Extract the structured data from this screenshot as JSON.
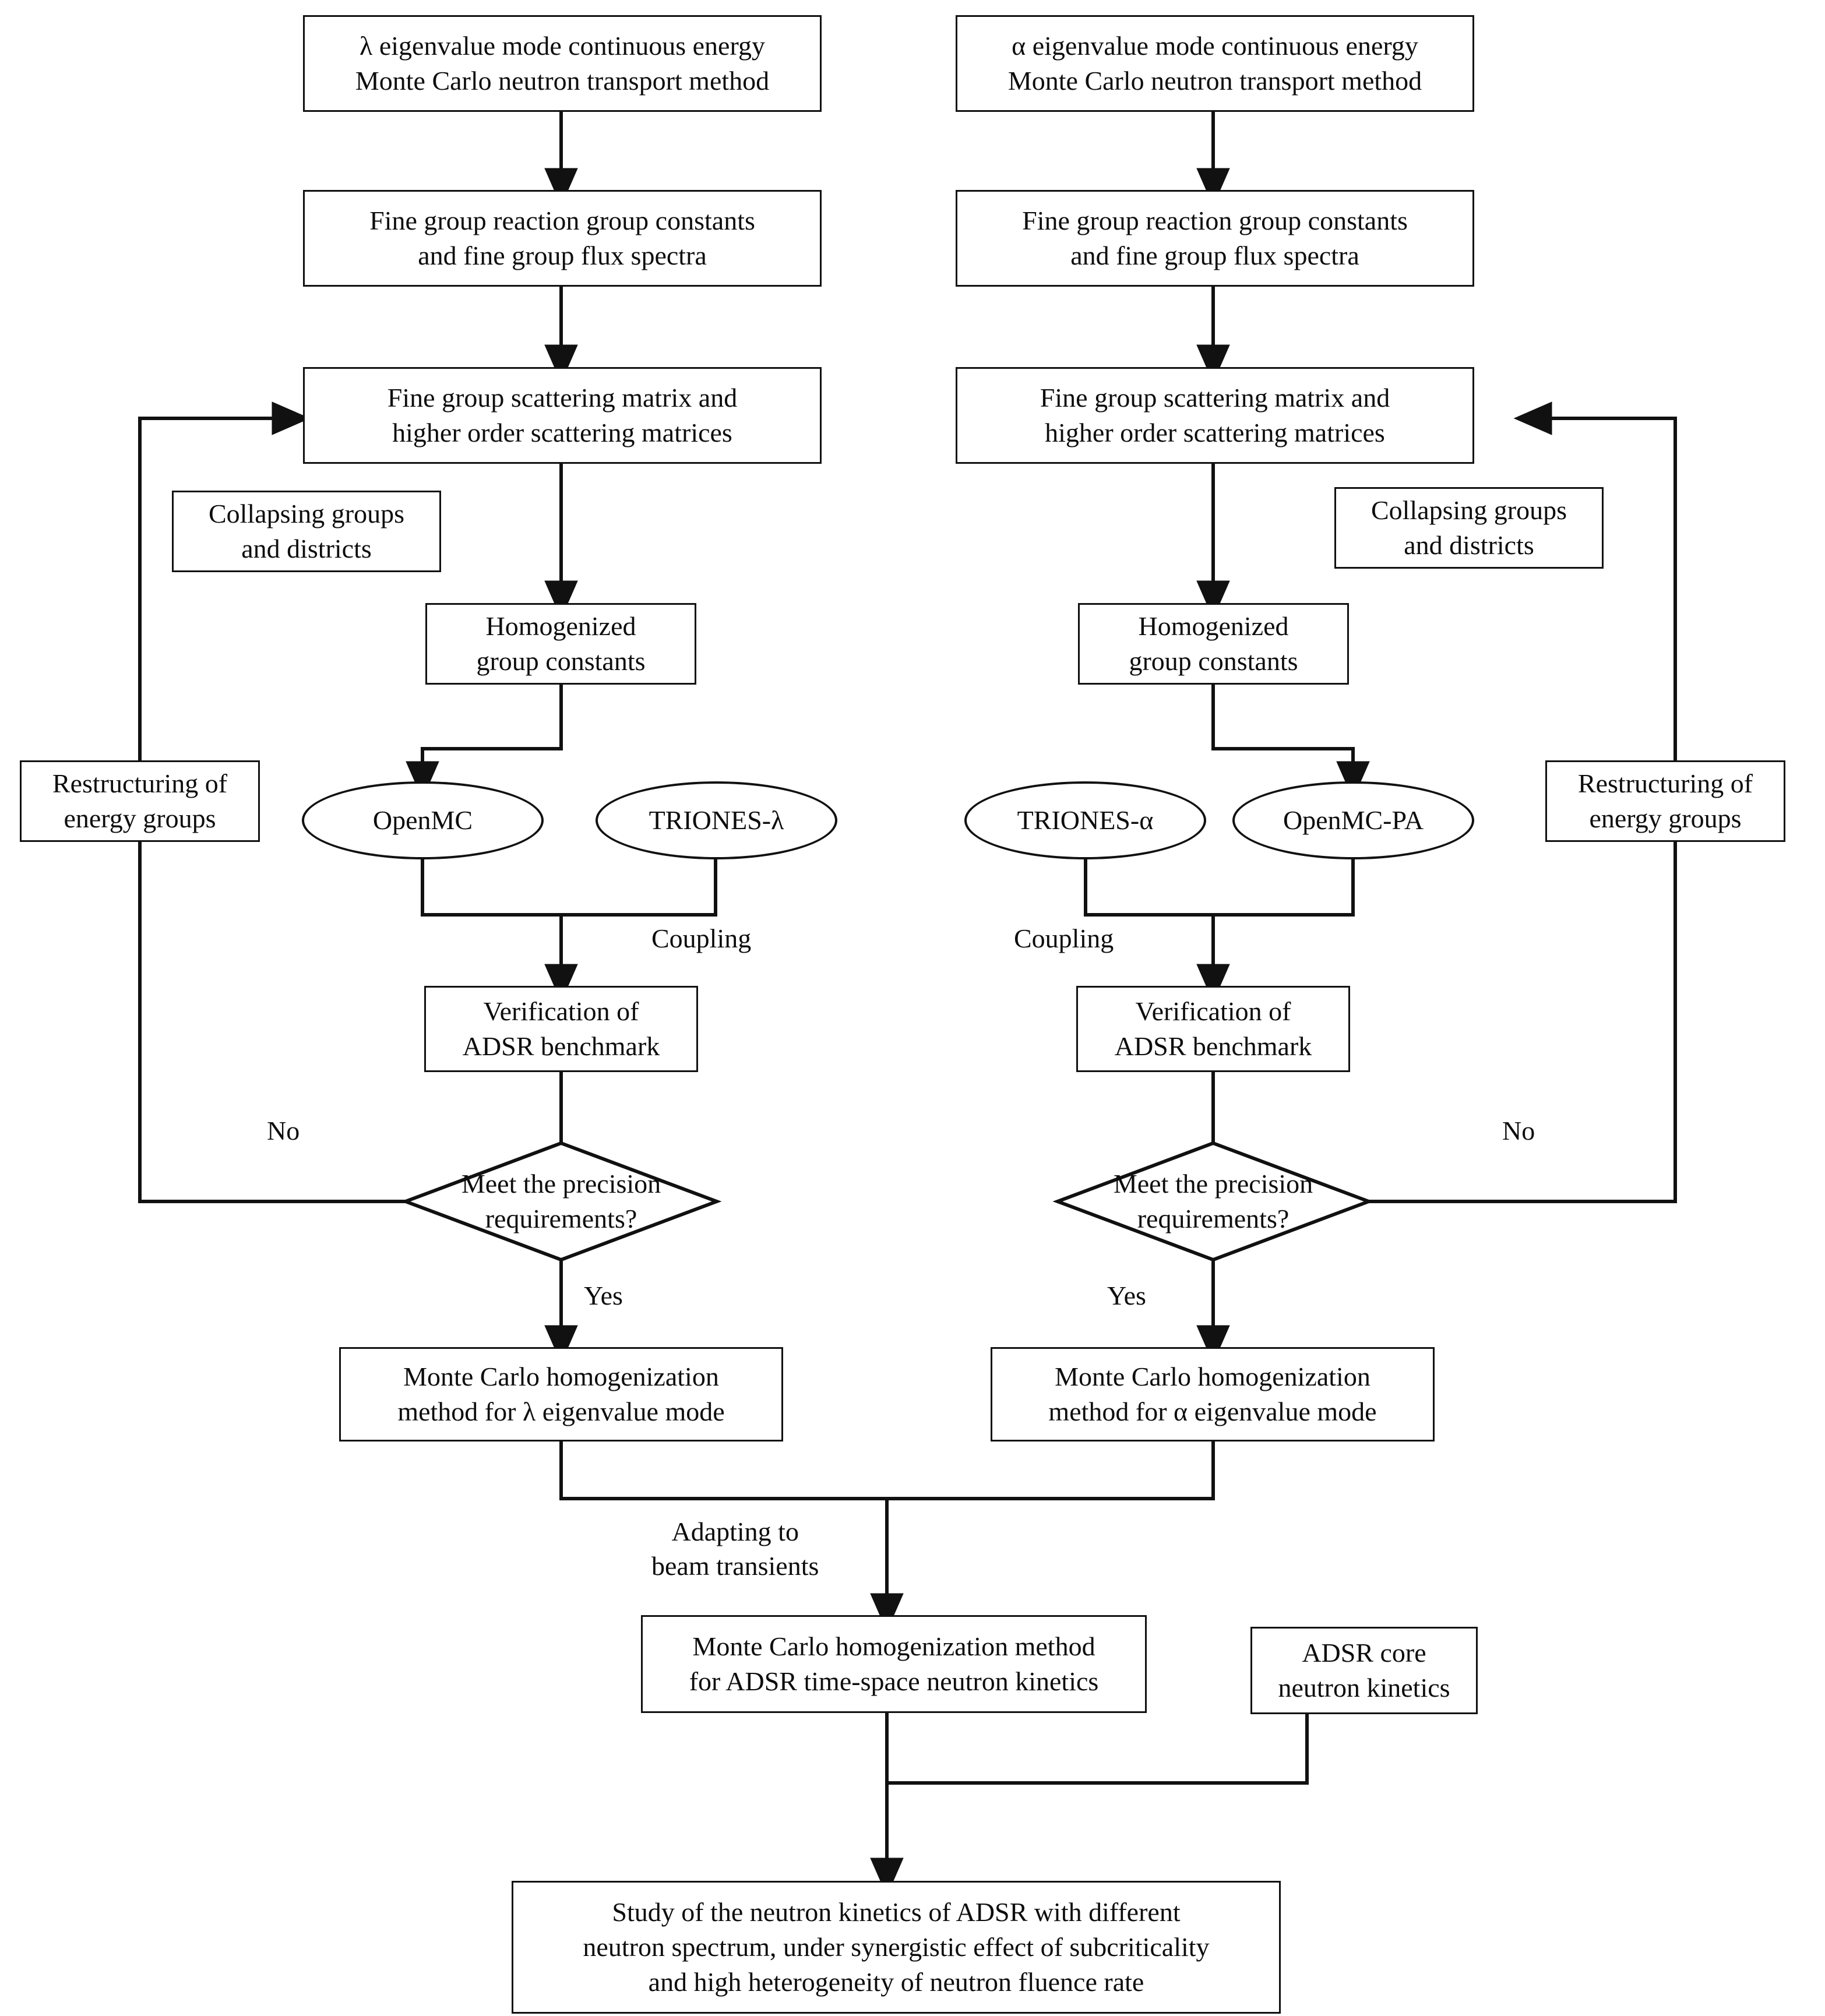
{
  "diagram": {
    "type": "flowchart",
    "title": "Monte Carlo homogenization methodology flowchart for ADSR neutron kinetics",
    "nodes": {
      "lambda_mc": "λ eigenvalue mode continuous energy\nMonte Carlo neutron transport method",
      "alpha_mc": "α eigenvalue mode continuous energy\nMonte Carlo neutron transport method",
      "fine_group_left": "Fine group reaction group constants\nand fine group flux spectra",
      "fine_group_right": "Fine group reaction group constants\nand fine group flux spectra",
      "scatter_left": "Fine group scattering matrix and\nhigher order scattering matrices",
      "scatter_right": "Fine group scattering matrix and\nhigher order scattering matrices",
      "collapsing_left": "Collapsing groups\nand districts",
      "collapsing_right": "Collapsing groups\nand districts",
      "homog_left": "Homogenized\ngroup constants",
      "homog_right": "Homogenized\ngroup constants",
      "restructure_left": "Restructuring of\nenergy groups",
      "restructure_right": "Restructuring of\nenergy groups",
      "openmc": "OpenMC",
      "triones_lambda": "TRIONES-λ",
      "triones_alpha": "TRIONES-α",
      "openmc_pa": "OpenMC-PA",
      "verify_left": "Verification of\nADSR benchmark",
      "verify_right": "Verification of\nADSR benchmark",
      "decision_left": "Meet the precision\nrequirements?",
      "decision_right": "Meet the precision\nrequirements?",
      "mc_homog_lambda": "Monte Carlo homogenization\nmethod for  λ  eigenvalue mode",
      "mc_homog_alpha": "Monte Carlo homogenization\nmethod for α eigenvalue mode",
      "mc_homog_timespace": "Monte Carlo homogenization method\nfor ADSR time-space neutron kinetics",
      "adsr_core": "ADSR core\nneutron kinetics",
      "final_study": "Study of the neutron kinetics of ADSR with different\nneutron spectrum, under synergistic effect of subcriticality\nand high heterogeneity of neutron fluence rate"
    },
    "edge_labels": {
      "coupling_left": "Coupling",
      "coupling_right": "Coupling",
      "no_left": "No",
      "no_right": "No",
      "yes_left": "Yes",
      "yes_right": "Yes",
      "adapting": "Adapting to\nbeam transients"
    },
    "colors": {
      "stroke": "#111111",
      "fill": "#ffffff",
      "text": "#0d0d0d"
    }
  }
}
